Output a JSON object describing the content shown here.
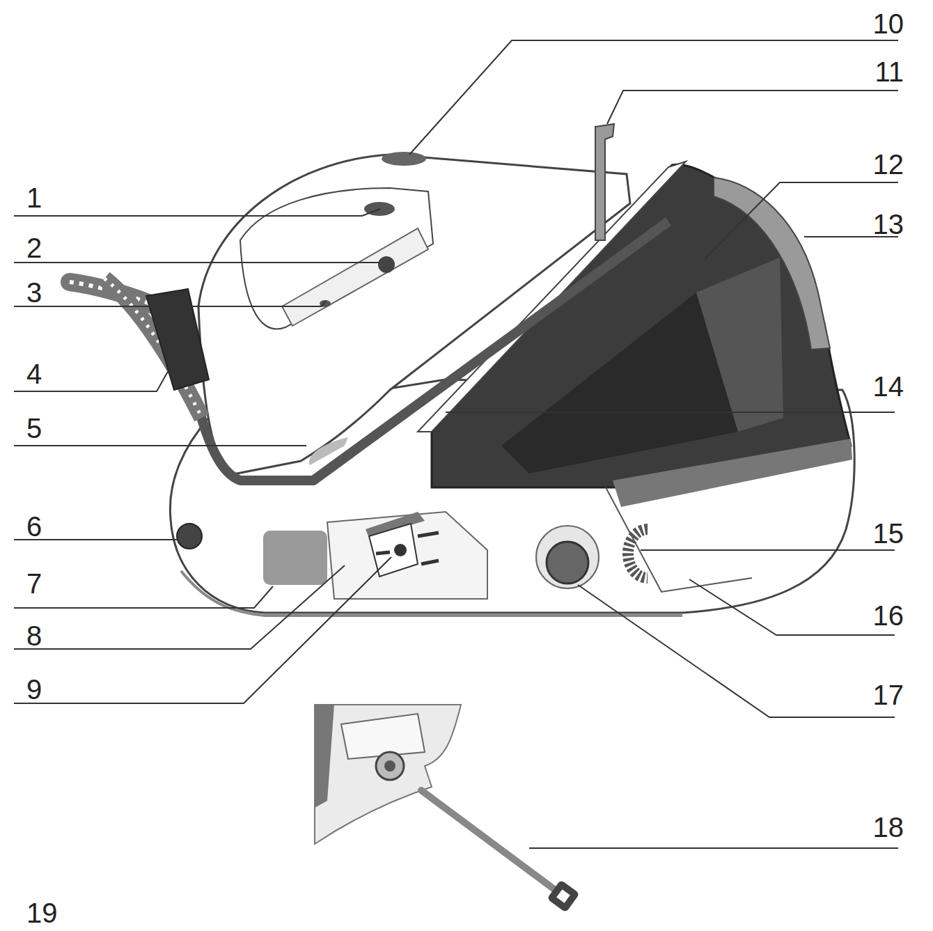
{
  "diagram": {
    "labels": [
      "10",
      "11",
      "12",
      "1",
      "13",
      "2",
      "3",
      "4",
      "14",
      "5",
      "6",
      "15",
      "7",
      "16",
      "8",
      "9",
      "17",
      "18",
      "19"
    ]
  }
}
